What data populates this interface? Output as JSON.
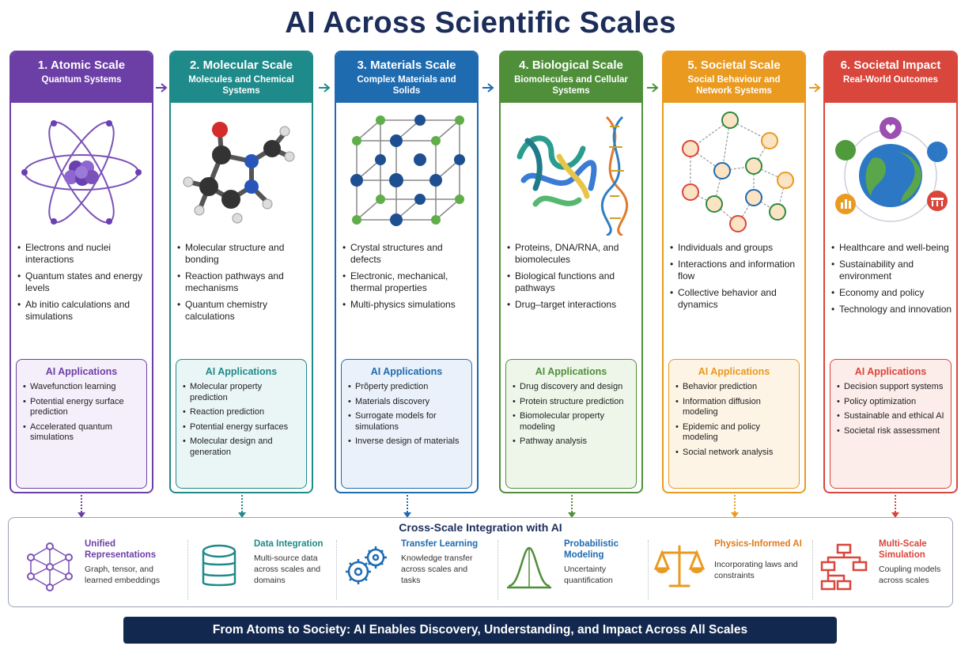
{
  "title": "AI Across Scientific Scales",
  "columns": [
    {
      "title": "1. Atomic Scale",
      "subtitle": "Quantum Systems",
      "color": "#6c3fa6",
      "bullets": [
        "Electrons and nuclei interactions",
        "Quantum states and energy levels",
        "Ab initio calculations and simulations"
      ],
      "apps_title": "AI Applications",
      "apps": [
        "Wavefunction learning",
        "Potential energy surface prediction",
        "Accelerated quantum simulations"
      ]
    },
    {
      "title": "2. Molecular Scale",
      "subtitle": "Molecules and Chemical Systems",
      "color": "#1f8a8a",
      "bullets": [
        "Molecular structure and bonding",
        "Reaction pathways and mechanisms",
        "Quantum chemistry calculations"
      ],
      "apps_title": "AI Applications",
      "apps": [
        "Molecular property prediction",
        "Reaction prediction",
        "Potential energy surfaces",
        "Molecular design and generation"
      ]
    },
    {
      "title": "3. Materials Scale",
      "subtitle": "Complex Materials and Solids",
      "color": "#1e6bb0",
      "bullets": [
        "Crystal structures and defects",
        "Electronic, mechanical, thermal properties",
        "Multi-physics simulations"
      ],
      "apps_title": "AI Applications",
      "apps": [
        "Prŏperty prediction",
        "Materials discovery",
        "Surrogate models for simulations",
        "Inverse design of materials"
      ]
    },
    {
      "title": "4. Biological Scale",
      "subtitle": "Biomolecules and Cellular Systems",
      "color": "#4f8f3a",
      "bullets": [
        "Proteins, DNA/RNA, and biomolecules",
        "Biological functions and pathways",
        "Drug–target interactions"
      ],
      "apps_title": "AI Applications",
      "apps": [
        "Drug discovery and design",
        "Protein structure prediction",
        "Biomolecular property modeling",
        "Pathway analysis"
      ]
    },
    {
      "title": "5. Societal Scale",
      "subtitle": "Social Behaviour and Network Systems",
      "color": "#e99a1f",
      "bullets": [
        "Individuals and groups",
        "Interactions and information flow",
        "Collective behavior and dynamics"
      ],
      "apps_title": "AI Applications",
      "apps": [
        "Behavior prediction",
        "Information diffusion modeling",
        "Epidemic and policy modeling",
        "Social network analysis"
      ]
    },
    {
      "title": "6. Societal Impact",
      "subtitle": "Real-World Outcomes",
      "color": "#d9463b",
      "bullets": [
        "Healthcare and well-being",
        "Sustainability and environment",
        "Economy and policy",
        "Technology and innovation"
      ],
      "apps_title": "AI Applications",
      "apps": [
        "Decision support systems",
        "Policy optimization",
        "Sustainable and ethical AI",
        "Societal risk assessment"
      ]
    }
  ],
  "integration": {
    "title": "Cross-Scale Integration with AI",
    "items": [
      {
        "title": "Unified Representations",
        "desc": "Graph, tensor, and learned embeddings",
        "icon": "network-graph-icon",
        "color": "#6c3fa6"
      },
      {
        "title": "Data Integration",
        "desc": "Multi-source data across scales and domains",
        "icon": "database-icon",
        "color": "#1f8a8a"
      },
      {
        "title": "Transfer Learning",
        "desc": "Knowledge transfer across scales and tasks",
        "icon": "gears-icon",
        "color": "#1e6bb0"
      },
      {
        "title": "Probabilistic Modeling",
        "desc": "Uncertainty quantification",
        "icon": "bell-curve-icon",
        "color": "#4f8f3a"
      },
      {
        "title": "Physics-Informed AI",
        "desc": "Incorporating laws and constraints",
        "icon": "balance-scale-icon",
        "color": "#e99a1f"
      },
      {
        "title": "Multi-Scale Simulation",
        "desc": "Coupling models across scales",
        "icon": "hierarchy-icon",
        "color": "#d9463b"
      }
    ]
  },
  "banner": "From Atoms to Society: AI Enables Discovery, Understanding, and Impact Across All Scales"
}
